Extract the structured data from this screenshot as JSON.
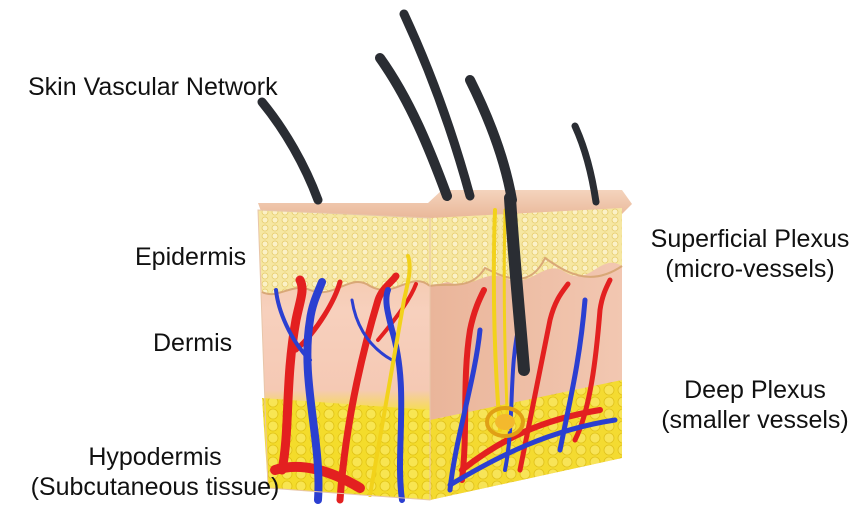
{
  "title": "Skin Vascular Network",
  "layers": {
    "epidermis": "Epidermis",
    "dermis": "Dermis",
    "hypodermis": "Hypodermis",
    "hypodermis_note": "(Subcutaneous tissue)"
  },
  "plexus": {
    "superficial": "Superficial Plexus",
    "superficial_note": "(micro-vessels)",
    "deep": "Deep Plexus",
    "deep_note": "(smaller vessels)"
  },
  "colors": {
    "artery": "#e32020",
    "vein": "#2b3fd1",
    "nerve": "#f2d21b",
    "epidermis": "#f3c9a6",
    "dermis": "#f6cdb8",
    "hypodermis": "#f7e23a",
    "hair": "#2a2d33"
  },
  "icons": [
    "skin-cross-section-illustration",
    "hair-strand-icon",
    "hair-follicle-icon"
  ]
}
